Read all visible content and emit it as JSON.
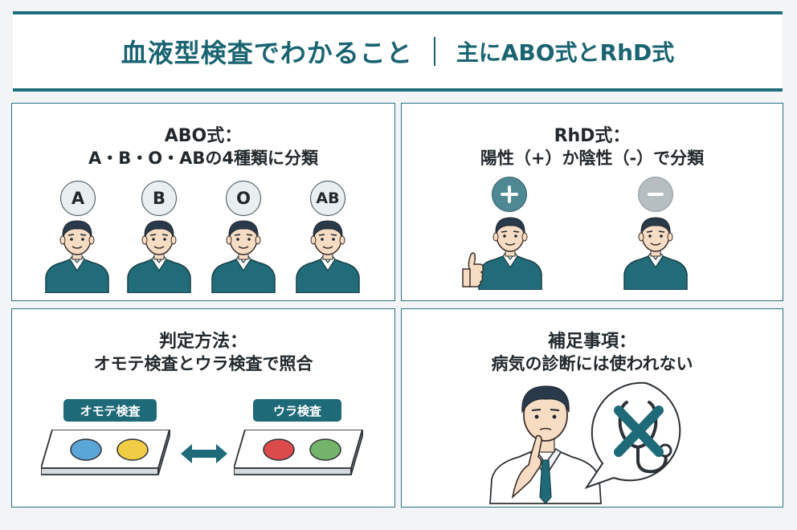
{
  "header": {
    "title": "血液型検査でわかること",
    "subtitle": "主にABO式とRhD式"
  },
  "abo": {
    "heading": "ABO式：",
    "subheading": "A・B・O・ABの4種類に分類",
    "types": [
      "A",
      "B",
      "O",
      "AB"
    ]
  },
  "rhd": {
    "heading": "RhD式：",
    "subheading": "陽性（+）か陰性（-）で分類",
    "positive_icon": "plus-icon",
    "negative_icon": "minus-icon"
  },
  "method": {
    "heading": "判定方法：",
    "subheading": "オモテ検査とウラ検査で照合",
    "forward_label": "オモテ検査",
    "reverse_label": "ウラ検査",
    "forward_colors": [
      "#5aa6d6",
      "#f1cd45"
    ],
    "reverse_colors": [
      "#dc4b4b",
      "#73b46a"
    ]
  },
  "note": {
    "heading": "補足事項：",
    "subheading": "病気の診断には使われない",
    "icon": "stethoscope-crossed-icon"
  },
  "colors": {
    "accent": "#1e6e7c",
    "sweater": "#226c7a",
    "hair": "#2b3a4a",
    "skin": "#f7dcc4"
  }
}
